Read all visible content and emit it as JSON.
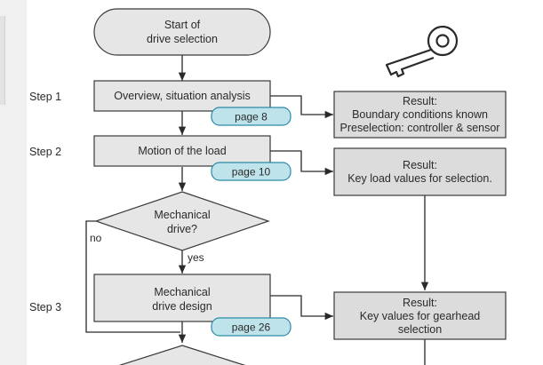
{
  "start": {
    "line1": "Start of",
    "line2": "drive selection"
  },
  "steps": [
    {
      "label": "Step 1"
    },
    {
      "label": "Step 2"
    },
    {
      "label": "Step 3"
    }
  ],
  "process": {
    "overview": "Overview, situation analysis",
    "motion": "Motion of the load",
    "design_line1": "Mechanical",
    "design_line2": "drive design"
  },
  "decision": {
    "line1": "Mechanical",
    "line2": "drive?",
    "no": "no",
    "yes": "yes"
  },
  "pages": {
    "p1": "page 8",
    "p2": "page 10",
    "p3": "page 26"
  },
  "results": {
    "r1": {
      "title": "Result:",
      "line1": "Boundary conditions known",
      "line2": "Preselection: controller & sensor"
    },
    "r2": {
      "title": "Result:",
      "line1": "Key load values for selection."
    },
    "r3": {
      "title": "Result:",
      "line1": "Key values for gearhead",
      "line2": "selection"
    }
  },
  "icons": {
    "key": "key-icon"
  }
}
